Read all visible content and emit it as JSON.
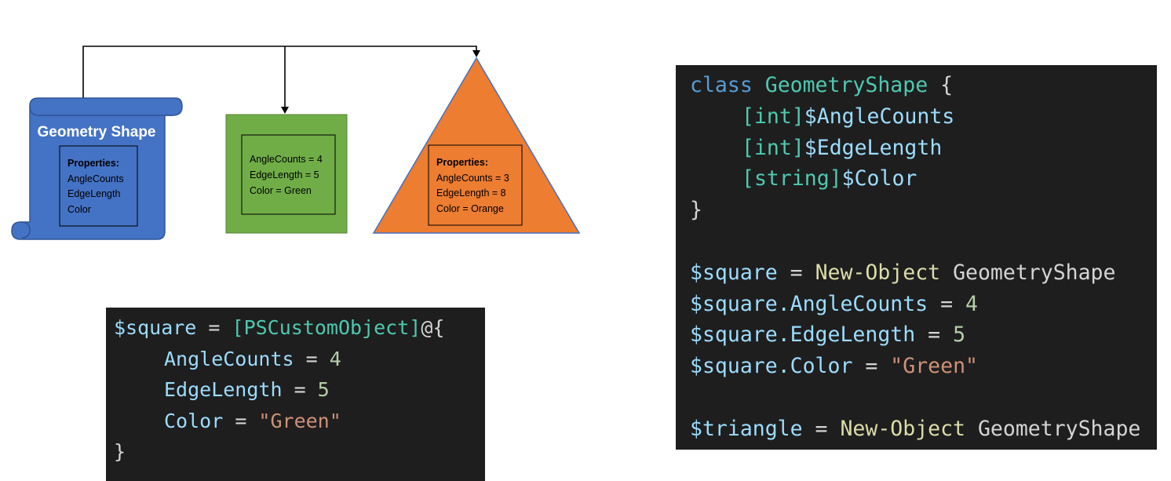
{
  "diagram": {
    "class_shape": {
      "title": "Geometry Shape",
      "properties_heading": "Properties:",
      "properties": [
        "AngleCounts",
        "EdgeLength",
        "Color"
      ],
      "color": "#4472c4"
    },
    "square_shape": {
      "lines": [
        "AngleCounts = 4",
        "EdgeLength = 5",
        "Color = Green"
      ],
      "color": "#70ad47"
    },
    "triangle_shape": {
      "heading": "Properties:",
      "lines": [
        "AngleCounts = 3",
        "EdgeLength = 8",
        "Color = Orange"
      ],
      "color": "#ed7d31"
    }
  },
  "code_small": {
    "l1_var": "$square",
    "l1_op": " = ",
    "l1_type": "[PSCustomObject]",
    "l1_at": "@{",
    "l2_prop": "AngleCounts",
    "l2_op": " = ",
    "l2_val": "4",
    "l3_prop": "EdgeLength",
    "l3_op": " = ",
    "l3_val": "5",
    "l4_prop": "Color",
    "l4_op": " = ",
    "l4_val": "\"Green\"",
    "l5": "}"
  },
  "code_big": {
    "l1_kw": "class",
    "l1_name": " GeometryShape",
    "l1_brace": " {",
    "l2_type": "[int]",
    "l2_var": "$AngleCounts",
    "l3_type": "[int]",
    "l3_var": "$EdgeLength",
    "l4_type": "[string]",
    "l4_var": "$Color",
    "l5": "}",
    "l7_var": "$square",
    "l7_op": " = ",
    "l7_cmd": "New-Object",
    "l7_arg": " GeometryShape",
    "l8_var": "$square",
    "l8_prop": ".AngleCounts",
    "l8_op": " = ",
    "l8_val": "4",
    "l9_var": "$square",
    "l9_prop": ".EdgeLength",
    "l9_op": " = ",
    "l9_val": "5",
    "l10_var": "$square",
    "l10_prop": ".Color",
    "l10_op": " = ",
    "l10_val": "\"Green\"",
    "l12_var": "$triangle",
    "l12_op": " = ",
    "l12_cmd": "New-Object",
    "l12_arg": " GeometryShape"
  }
}
